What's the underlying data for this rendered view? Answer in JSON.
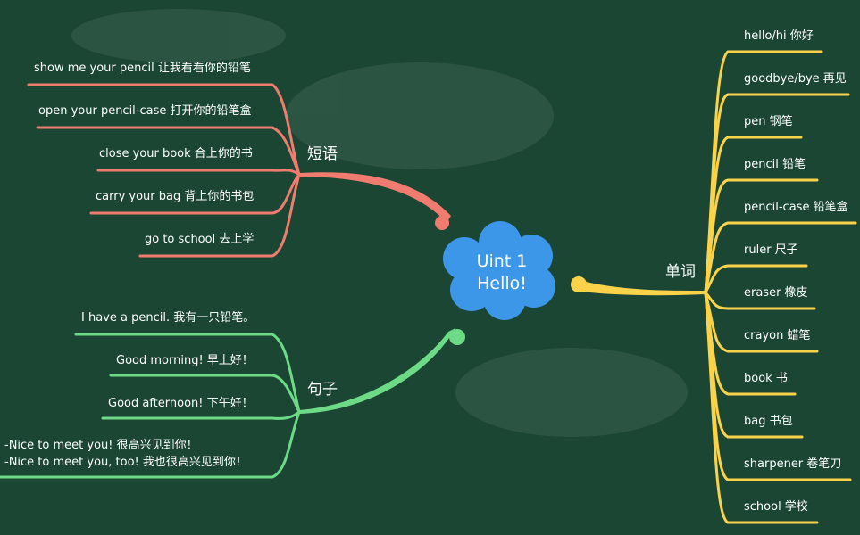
{
  "colors": {
    "background": "#1b4634",
    "center": "#3d97e8",
    "phrases": "#f07c6f",
    "sentences": "#6ddb86",
    "words": "#fbd34a",
    "text": "#ffffff"
  },
  "center": {
    "line1": "Uint 1",
    "line2": "Hello!"
  },
  "branches": {
    "phrases": {
      "label": "短语",
      "items": [
        "show me your pencil 让我看看你的铅笔",
        "open your pencil-case 打开你的铅笔盒",
        "close your book 合上你的书",
        "carry your bag 背上你的书包",
        "go to school 去上学"
      ]
    },
    "sentences": {
      "label": "句子",
      "items": [
        "I have a pencil. 我有一只铅笔。",
        "Good morning! 早上好！",
        "Good afternoon! 下午好！",
        "-Nice to meet you! 很高兴见到你！",
        "-Nice to meet you, too! 我也很高兴见到你！"
      ]
    },
    "words": {
      "label": "单词",
      "items": [
        "hello/hi 你好",
        "goodbye/bye 再见",
        "pen 钢笔",
        "pencil 铅笔",
        "pencil-case 铅笔盒",
        "ruler 尺子",
        "eraser 橡皮",
        "crayon 蜡笔",
        "book 书",
        "bag 书包",
        "sharpener 卷笔刀",
        "school 学校"
      ]
    }
  }
}
